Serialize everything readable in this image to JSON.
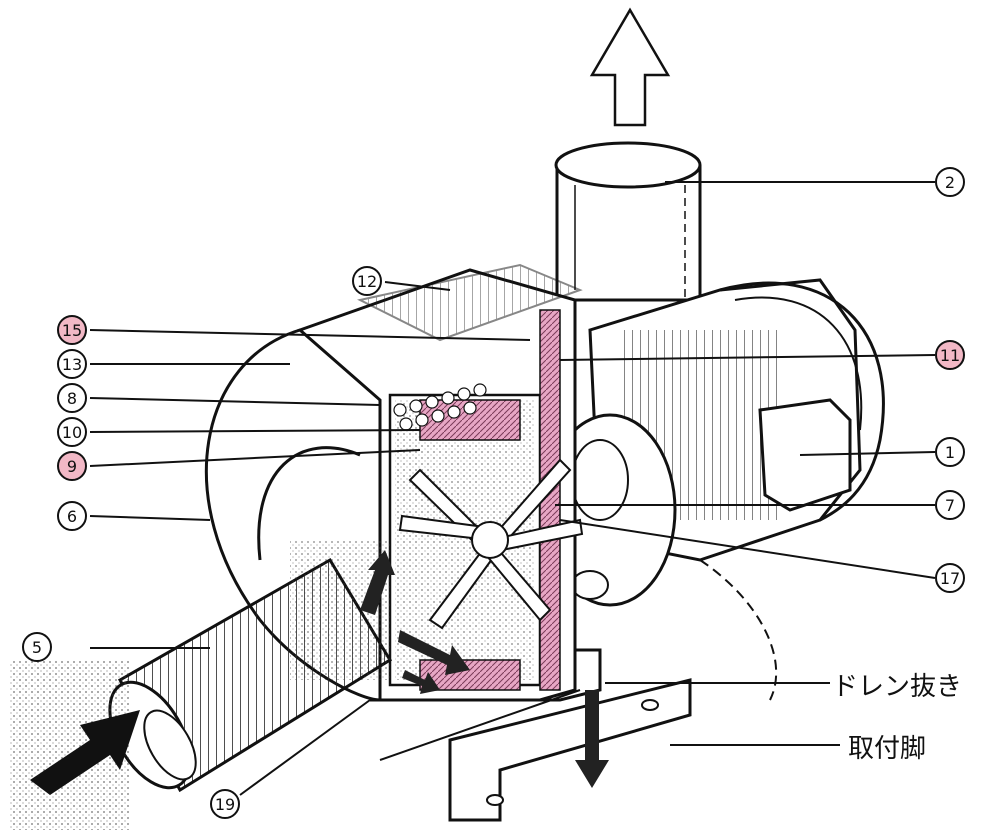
{
  "callouts": [
    {
      "id": "c2",
      "label": "2",
      "highlighted": false
    },
    {
      "id": "c12",
      "label": "12",
      "highlighted": false
    },
    {
      "id": "c15",
      "label": "15",
      "highlighted": true
    },
    {
      "id": "c13",
      "label": "13",
      "highlighted": false
    },
    {
      "id": "c8",
      "label": "8",
      "highlighted": false
    },
    {
      "id": "c10",
      "label": "10",
      "highlighted": false
    },
    {
      "id": "c9",
      "label": "9",
      "highlighted": true
    },
    {
      "id": "c6",
      "label": "6",
      "highlighted": false
    },
    {
      "id": "c5",
      "label": "5",
      "highlighted": false
    },
    {
      "id": "c19",
      "label": "19",
      "highlighted": false
    },
    {
      "id": "c11",
      "label": "11",
      "highlighted": true
    },
    {
      "id": "c1",
      "label": "1",
      "highlighted": false
    },
    {
      "id": "c7",
      "label": "7",
      "highlighted": false
    },
    {
      "id": "c17",
      "label": "17",
      "highlighted": false
    }
  ],
  "labels": {
    "drain": "ドレン抜き",
    "mount": "取付脚"
  },
  "colors": {
    "line": "#111111",
    "highlight": "#f2b8c6",
    "filter_pink": "#d98fb0"
  }
}
